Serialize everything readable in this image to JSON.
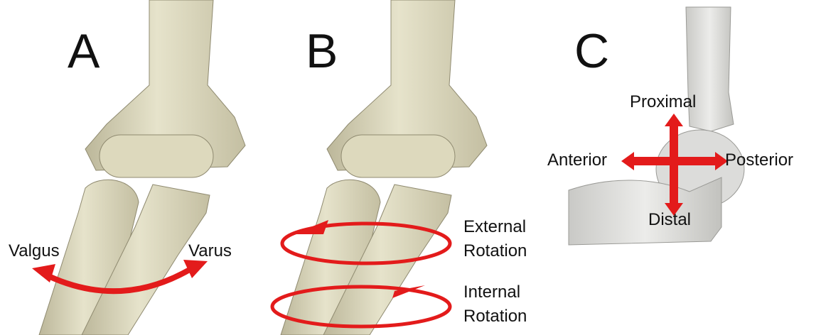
{
  "panels": [
    {
      "letter": "A",
      "labels": {
        "left": "Valgus",
        "right": "Varus"
      }
    },
    {
      "letter": "B",
      "labels": {
        "external_line1": "External",
        "external_line2": "Rotation",
        "internal_line1": "Internal",
        "internal_line2": "Rotation"
      }
    },
    {
      "letter": "C",
      "labels": {
        "proximal": "Proximal",
        "anterior": "Anterior",
        "posterior": "Posterior",
        "distal": "Distal"
      }
    }
  ],
  "colors": {
    "bone_fill": "#e3e0c6",
    "bone_shadow": "#bcb79a",
    "bone_c_fill": "#dcdcda",
    "bone_c_shadow": "#b8b8b4",
    "arrow": "#e31b1b",
    "arrow_dark": "#c01010",
    "text": "#111111"
  }
}
